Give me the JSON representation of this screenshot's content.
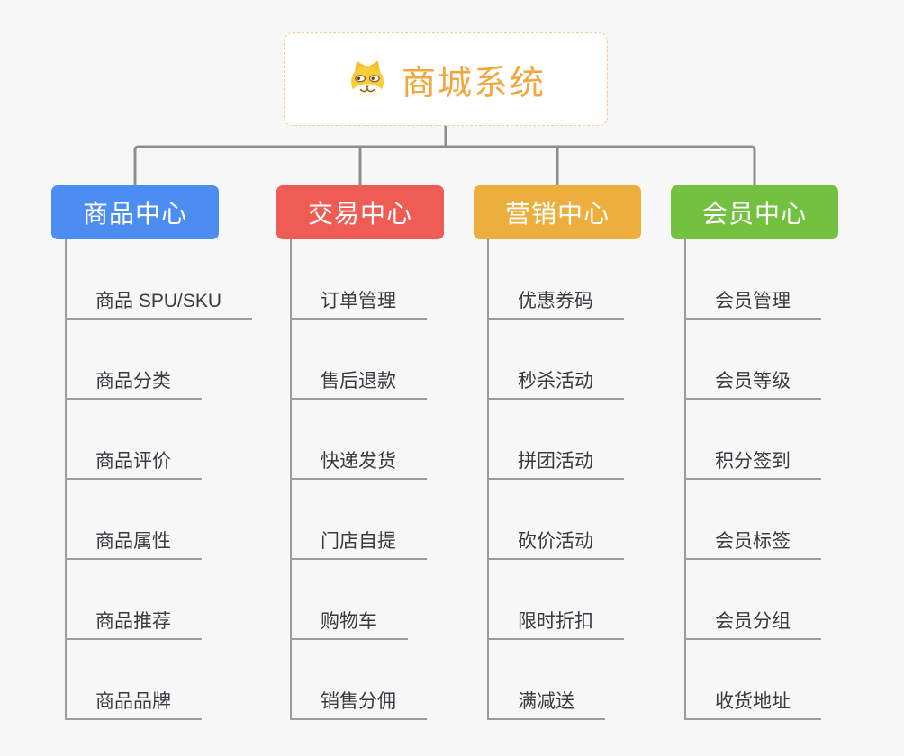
{
  "root": {
    "title": "商城系统",
    "icon": "dog-face-icon"
  },
  "branches": [
    {
      "label": "商品中心",
      "color": "#4b8df1",
      "children": [
        "商品 SPU/SKU",
        "商品分类",
        "商品评价",
        "商品属性",
        "商品推荐",
        "商品品牌"
      ]
    },
    {
      "label": "交易中心",
      "color": "#ee5c54",
      "children": [
        "订单管理",
        "售后退款",
        "快递发货",
        "门店自提",
        "购物车",
        "销售分佣"
      ]
    },
    {
      "label": "营销中心",
      "color": "#ecae3c",
      "children": [
        "优惠券码",
        "秒杀活动",
        "拼团活动",
        "砍价活动",
        "限时折扣",
        "满减送"
      ]
    },
    {
      "label": "会员中心",
      "color": "#72c140",
      "children": [
        "会员管理",
        "会员等级",
        "积分签到",
        "会员标签",
        "会员分组",
        "收货地址"
      ]
    }
  ],
  "colors": {
    "background": "#f7f7f7",
    "connector_line": "#8e8e8e",
    "child_line": "#9c9c9c",
    "child_text": "#3a3a40",
    "root_title": "#f2a73e",
    "root_border": "#f3cc8f",
    "header_text": "#ffffff"
  }
}
